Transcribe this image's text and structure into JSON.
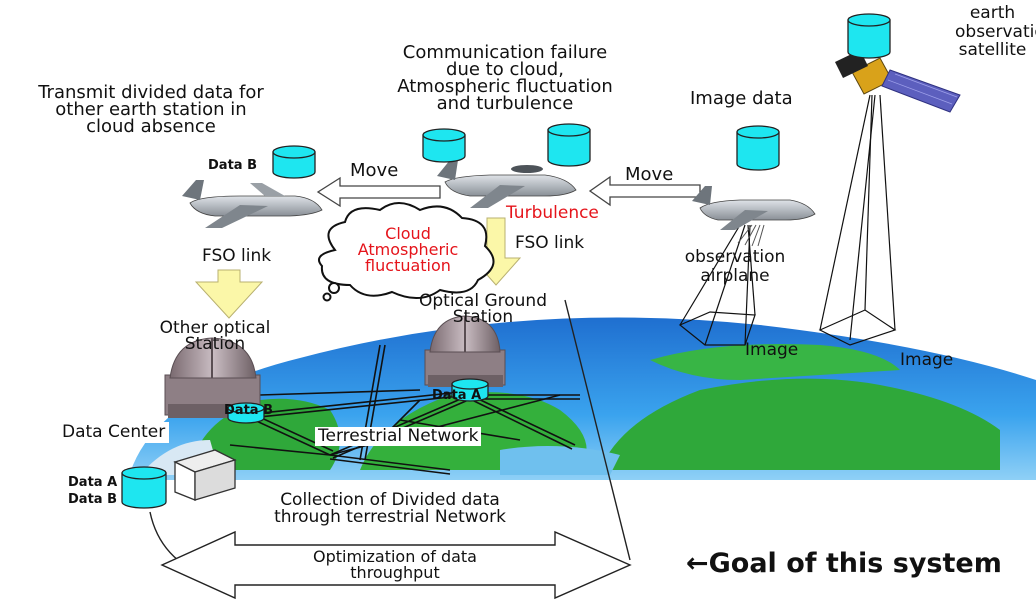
{
  "labels": {
    "satellite": "earth\nobservation\nsatellite",
    "comm_failure": "Communication failure\ndue to cloud,\nAtmospheric fluctuation\nand turbulence",
    "transmit": "Transmit divided data for\nother earth station in\ncloud absence",
    "image_data": "Image data",
    "data_b_top": "Data B",
    "move_left": "Move",
    "move_right": "Move",
    "turbulence": "Turbulence",
    "fso_left": "FSO link",
    "fso_center": "FSO link",
    "cloud": "Cloud\nAtmospheric\nfluctuation",
    "observation_airplane": "observation\nairplane",
    "optical_ground_station": "Optical Ground\nStation",
    "other_optical_station": "Other optical\nStation",
    "image_left": "Image",
    "image_right": "Image",
    "data_b_station": "Data B",
    "data_a_station": "Data A",
    "data_center": "Data Center",
    "terrestrial_network": "Terrestrial Network",
    "data_a_dc": "Data A",
    "data_b_dc": "Data B",
    "collection": "Collection of Divided data\nthrough terrestrial Network",
    "optimization": "Optimization of data\nthroughput",
    "goal": "←Goal of this system"
  },
  "colors": {
    "cylinder": "#1ee6f0",
    "ocean": "#2f8fe0",
    "land": "#2fa83a",
    "arrow_yellow": "#fbf7a8",
    "label_red": "#e5141b"
  },
  "icons": [
    "satellite-icon",
    "airplane-icon",
    "observatory-dome-icon",
    "server-box-icon",
    "cloud-icon",
    "data-cylinder-icon"
  ]
}
